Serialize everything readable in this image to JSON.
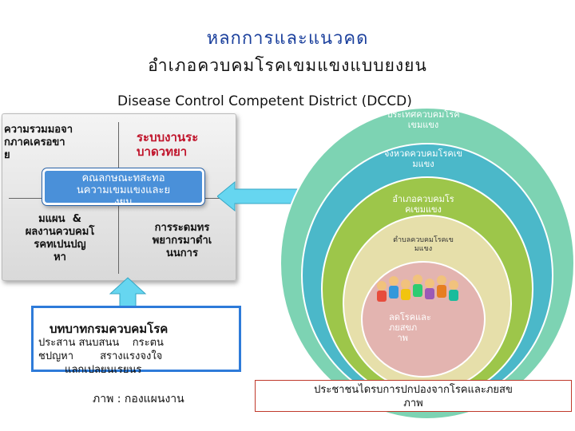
{
  "header": {
    "title": "หลกการและแนวคด",
    "subtitle_thai": "อำเภอควบคมโรคเขมแขงแบบยงยน",
    "subtitle_en": "Disease Control Competent District (DCCD)"
  },
  "panel": {
    "top_left": "ความรวมมอจา\nกภาคเครอขา\nย",
    "top_right": "ระบบงานระ\nบาดวทยา",
    "center": "คณลกษณะทสะทอ\nนความเขมแขงและย\nงยน",
    "bottom_left": "มแผน  &\nผลงานควบคมโ\nรคทเปนปญ\nหา",
    "bottom_right": "การระดมทร\nพยากรมาดำเ\nนนการ"
  },
  "role": {
    "title": "บทบาทกรมควบคมโรค",
    "text": "ประสาน สนบสนน    กระตน\nชปญหา        สรางแรงจงใจ\n        แลกเปลยนเรยนร"
  },
  "credit": "ภาพ : กองแผนงาน",
  "rings": {
    "ring1": "ประเทศควบคมโรค\nเขมแขง",
    "ring2": "จงหวดควบคมโรคเข\nมแขง",
    "ring3": "อำเภอควบคมโร\nคเขมแขง",
    "ring4": "ตำบลควบคมโรคเข\nมแขง",
    "ring5": "ลดโรคและ\nภยสขภ\n   าพ"
  },
  "outcome": "ประชาชนไดรบการปกปองจากโรคและภยสข\nภาพ",
  "colors": {
    "ring1": "#7dd3b3",
    "ring2": "#4bb8c9",
    "ring3": "#9dc64a",
    "ring4": "#e6dfaa",
    "ring5": "#e3b4b0",
    "center_box": "#4a90d9",
    "arrow": "#66d6f0",
    "title": "#1a3f9c",
    "panel_accent": "#c0142b"
  },
  "icons": {
    "children": "children-illustration"
  }
}
